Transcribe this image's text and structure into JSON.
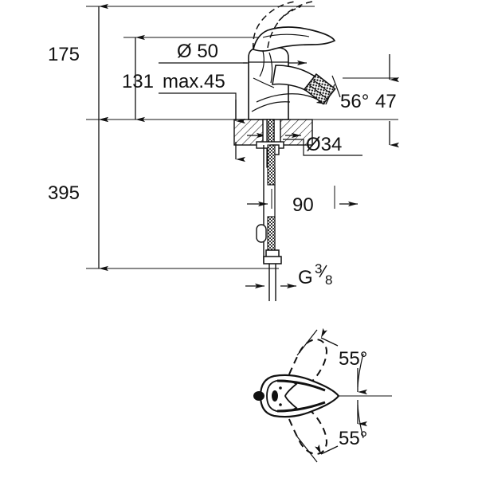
{
  "drawing": {
    "title": "Single-lever basin mixer dimensional drawing",
    "units": "mm",
    "line_color": "#111111",
    "background_color": "#ffffff"
  },
  "side_view": {
    "name": "side-elevation",
    "dimensions": {
      "total_height": "175",
      "spout_height": "131",
      "deck_thickness": "max.45",
      "handle_diameter": "Ø 50",
      "shank_diameter": "Ø34",
      "spout_reach": "47",
      "spout_angle": "56°",
      "hose_length": "395",
      "hose_offset": "90",
      "thread_label_main": "G",
      "thread_numerator": "3",
      "thread_denominator": "8"
    }
  },
  "top_view": {
    "name": "top-plan-swivel",
    "dimensions": {
      "swivel_upper": "55°",
      "swivel_lower": "55°"
    }
  }
}
